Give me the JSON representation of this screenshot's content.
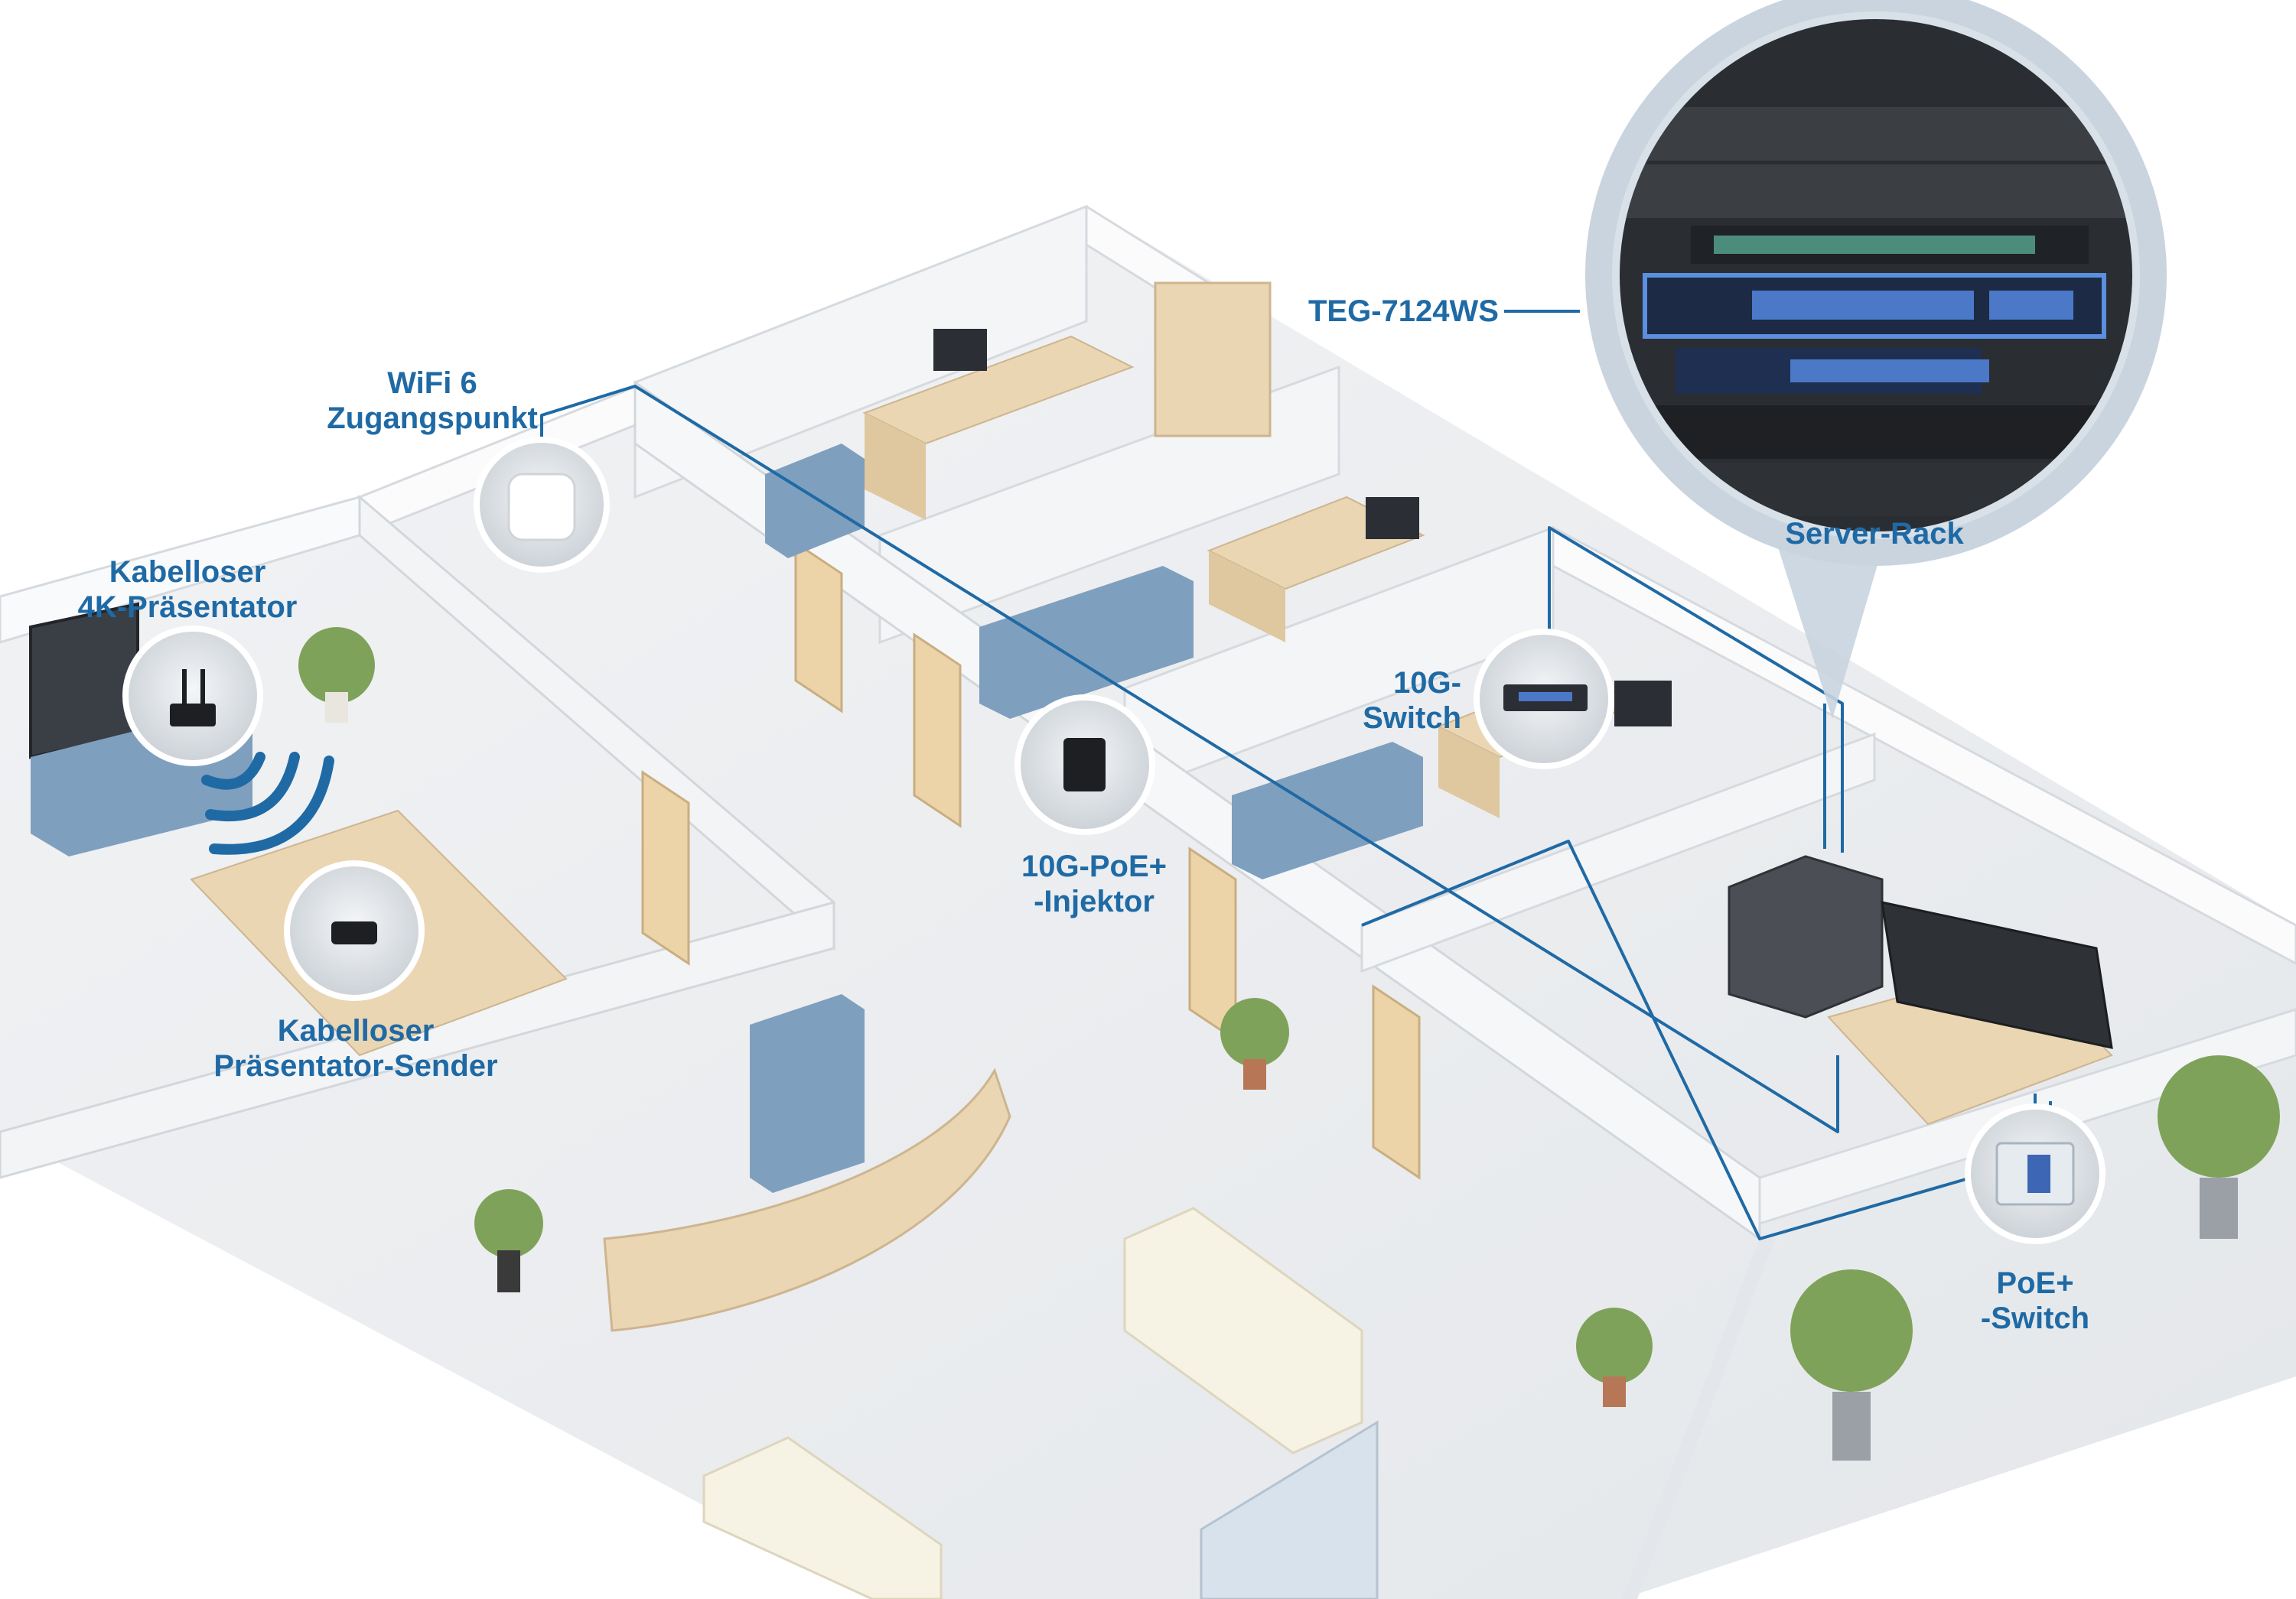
{
  "labels": {
    "wifi": [
      "WiFi 6",
      "Zugangspunkt"
    ],
    "presenter4k": [
      "Kabelloser",
      "4K-Präsentator"
    ],
    "sender": [
      "Kabelloser",
      "Präsentator-Sender"
    ],
    "injector": [
      "10G-PoE+",
      "-Injektor"
    ],
    "switch10g": [
      "10G-",
      "Switch"
    ],
    "teg": "TEG-7124WS",
    "serverrack": "Server-Rack",
    "poeswitch": [
      "PoE+",
      "-Switch"
    ]
  },
  "colors": {
    "accent": "#1f6aa5",
    "floor": "#eef0f2",
    "wall": "#f7f8f9",
    "cabinet": "#7f9fbe",
    "wood": "#e8d2ae",
    "callout": "#c9d4df"
  }
}
